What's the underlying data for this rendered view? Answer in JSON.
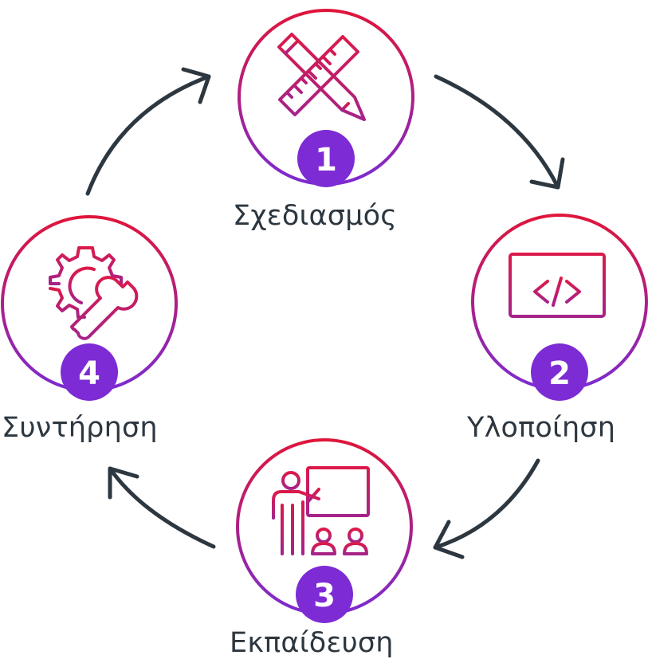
{
  "colors": {
    "ring_top": "#e0153a",
    "ring_bottom": "#7b2bd1",
    "badge": "#7d2bd4",
    "arrow": "#2d3740",
    "text": "#2d3740",
    "badge_text": "#ffffff"
  },
  "steps": [
    {
      "number": "1",
      "label": "Σχεδιασμός",
      "icon": "ruler-pencil-icon"
    },
    {
      "number": "2",
      "label": "Υλοποίηση",
      "icon": "code-monitor-icon"
    },
    {
      "number": "3",
      "label": "Εκπαίδευση",
      "icon": "presentation-icon"
    },
    {
      "number": "4",
      "label": "Συντήρηση",
      "icon": "gear-wrench-icon"
    }
  ]
}
